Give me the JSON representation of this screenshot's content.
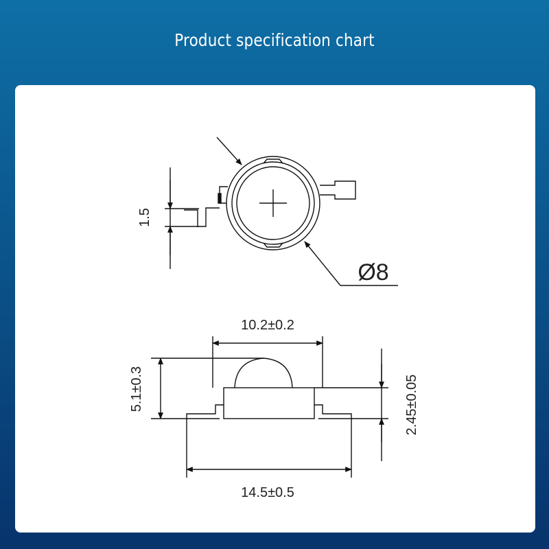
{
  "header": {
    "title": "Product specification chart"
  },
  "top_view": {
    "pad_dim": "1.5",
    "diameter": "Ø8"
  },
  "side_view": {
    "body_width": "10.2±0.2",
    "total_height": "5.1±0.3",
    "body_height": "2.45±0.05",
    "overall_length": "14.5±0.5"
  },
  "colors": {
    "background_top": "#0e6fa6",
    "background_bottom": "#08336c",
    "panel": "#ffffff",
    "line": "#111111"
  }
}
